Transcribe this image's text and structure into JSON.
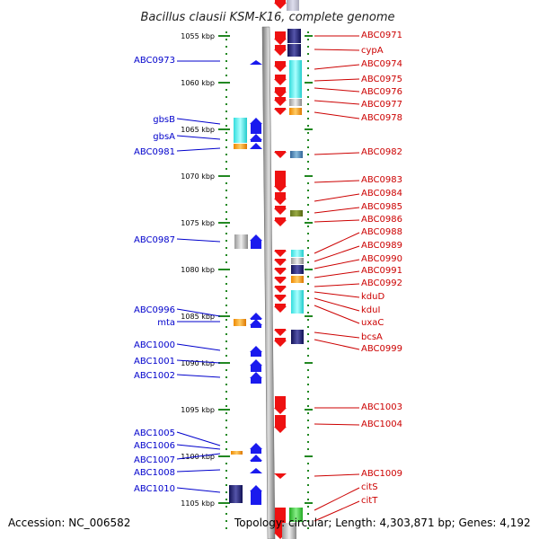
{
  "title": "Bacillus clausii KSM-K16, complete genome",
  "accession": "Accession: NC_006582",
  "topology": "Topology: circular; Length: 4,303,871 bp; Genes: 4,192",
  "colors": {
    "forward_label": "#0000cc",
    "reverse_label": "#cc0000",
    "forward_gene": "#1a1aee",
    "reverse_gene": "#ee1111",
    "scale_dots": "#228822",
    "backbone": "#888888"
  },
  "scale_ticks": [
    "1055 kbp",
    "1060 kbp",
    "1065 kbp",
    "1070 kbp",
    "1075 kbp",
    "1080 kbp",
    "1085 kbp",
    "1090 kbp",
    "1095 kbp",
    "1100 kbp",
    "1105 kbp"
  ],
  "forward_labels": [
    "ABC0973",
    "gbsB",
    "gbsA",
    "ABC0981",
    "ABC0987",
    "ABC0996",
    "mta",
    "ABC1000",
    "ABC1001",
    "ABC1002",
    "ABC1005",
    "ABC1006",
    "ABC1007",
    "ABC1008",
    "ABC1010"
  ],
  "reverse_labels": [
    "ABC0971",
    "cypA",
    "ABC0974",
    "ABC0975",
    "ABC0976",
    "ABC0977",
    "ABC0978",
    "ABC0982",
    "ABC0983",
    "ABC0984",
    "ABC0985",
    "ABC0986",
    "ABC0988",
    "ABC0989",
    "ABC0990",
    "ABC0991",
    "ABC0992",
    "kduD",
    "kduI",
    "uxaC",
    "bcsA",
    "ABC0999",
    "ABC1003",
    "ABC1004",
    "ABC1009",
    "citS",
    "citT"
  ]
}
